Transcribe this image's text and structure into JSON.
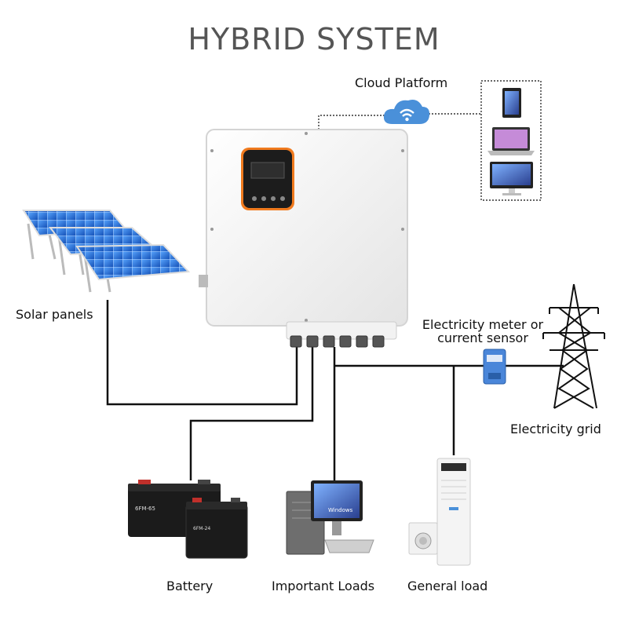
{
  "title": "HYBRID SYSTEM",
  "labels": {
    "cloud": "Cloud Platform",
    "solar": "Solar panels",
    "meter_line1": "Electricity meter or",
    "meter_line2": "current sensor",
    "grid": "Electricity grid",
    "battery": "Battery",
    "important": "Important Loads",
    "general": "General load"
  },
  "battery_marks": {
    "front": "6FM-65",
    "back": "6FM-24"
  },
  "screen_text": "Windows",
  "colors": {
    "accent_orange": "#f07a1e",
    "cloud_blue": "#4a90d9",
    "wire": "#111111",
    "panel_blue": "#1e6fd1",
    "title_gray": "#555555"
  },
  "icons": [
    "cloud-wifi-icon",
    "tablet-icon",
    "laptop-icon",
    "desktop-icon",
    "inverter-icon",
    "solar-panel-icon",
    "meter-icon",
    "pylon-icon",
    "battery-icon",
    "pc-icon",
    "air-conditioner-icon",
    "washing-machine-icon"
  ]
}
